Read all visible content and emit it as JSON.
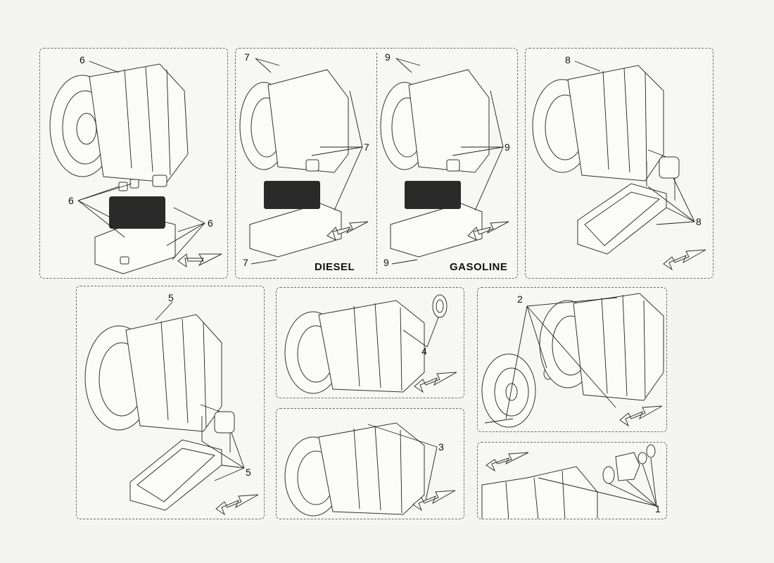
{
  "panels": [
    {
      "id": "valve-body",
      "callouts": [
        "6",
        "6",
        "6"
      ]
    },
    {
      "id": "diesel",
      "callouts": [
        "7",
        "7",
        "7"
      ],
      "label": "DIESEL"
    },
    {
      "id": "gasoline",
      "callouts": [
        "9",
        "9",
        "9"
      ],
      "label": "GASOLINE"
    },
    {
      "id": "oil-pan-8",
      "callouts": [
        "8",
        "8"
      ]
    },
    {
      "id": "oil-pan-5",
      "callouts": [
        "5",
        "5"
      ]
    },
    {
      "id": "rear-seal",
      "callouts": [
        "4"
      ]
    },
    {
      "id": "breather",
      "callouts": [
        "3"
      ]
    },
    {
      "id": "torque-converter",
      "callouts": [
        "2"
      ]
    },
    {
      "id": "output-flange",
      "callouts": [
        "1"
      ]
    }
  ],
  "colors": {
    "line": "#222222",
    "background": "#f4f4f2",
    "panel": "#f7f7f5",
    "border": "#6b6b6b"
  }
}
